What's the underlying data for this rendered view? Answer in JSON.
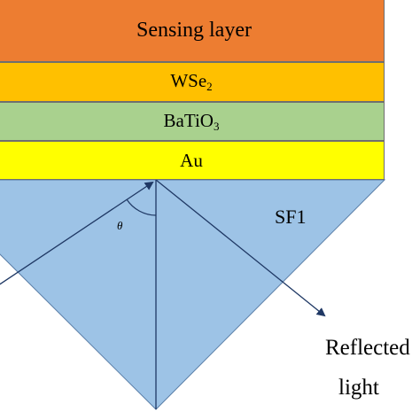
{
  "layers": {
    "sensing": "Sensing layer",
    "wse2_base": "WSe",
    "wse2_sub": "2",
    "batio3_base": "BaTiO",
    "batio3_sub": "3",
    "au": "Au"
  },
  "labels": {
    "prism": "SF1",
    "angle": "θ",
    "incident_fragment": "t",
    "reflected": "Reflected",
    "light": "light"
  },
  "colors": {
    "sensing_layer": "#ED7D31",
    "wse2_layer": "#FFC000",
    "batio3_layer": "#A9D18E",
    "au_layer": "#FFFF00",
    "prism_fill": "#9DC3E6",
    "ray": "#1F3864"
  }
}
